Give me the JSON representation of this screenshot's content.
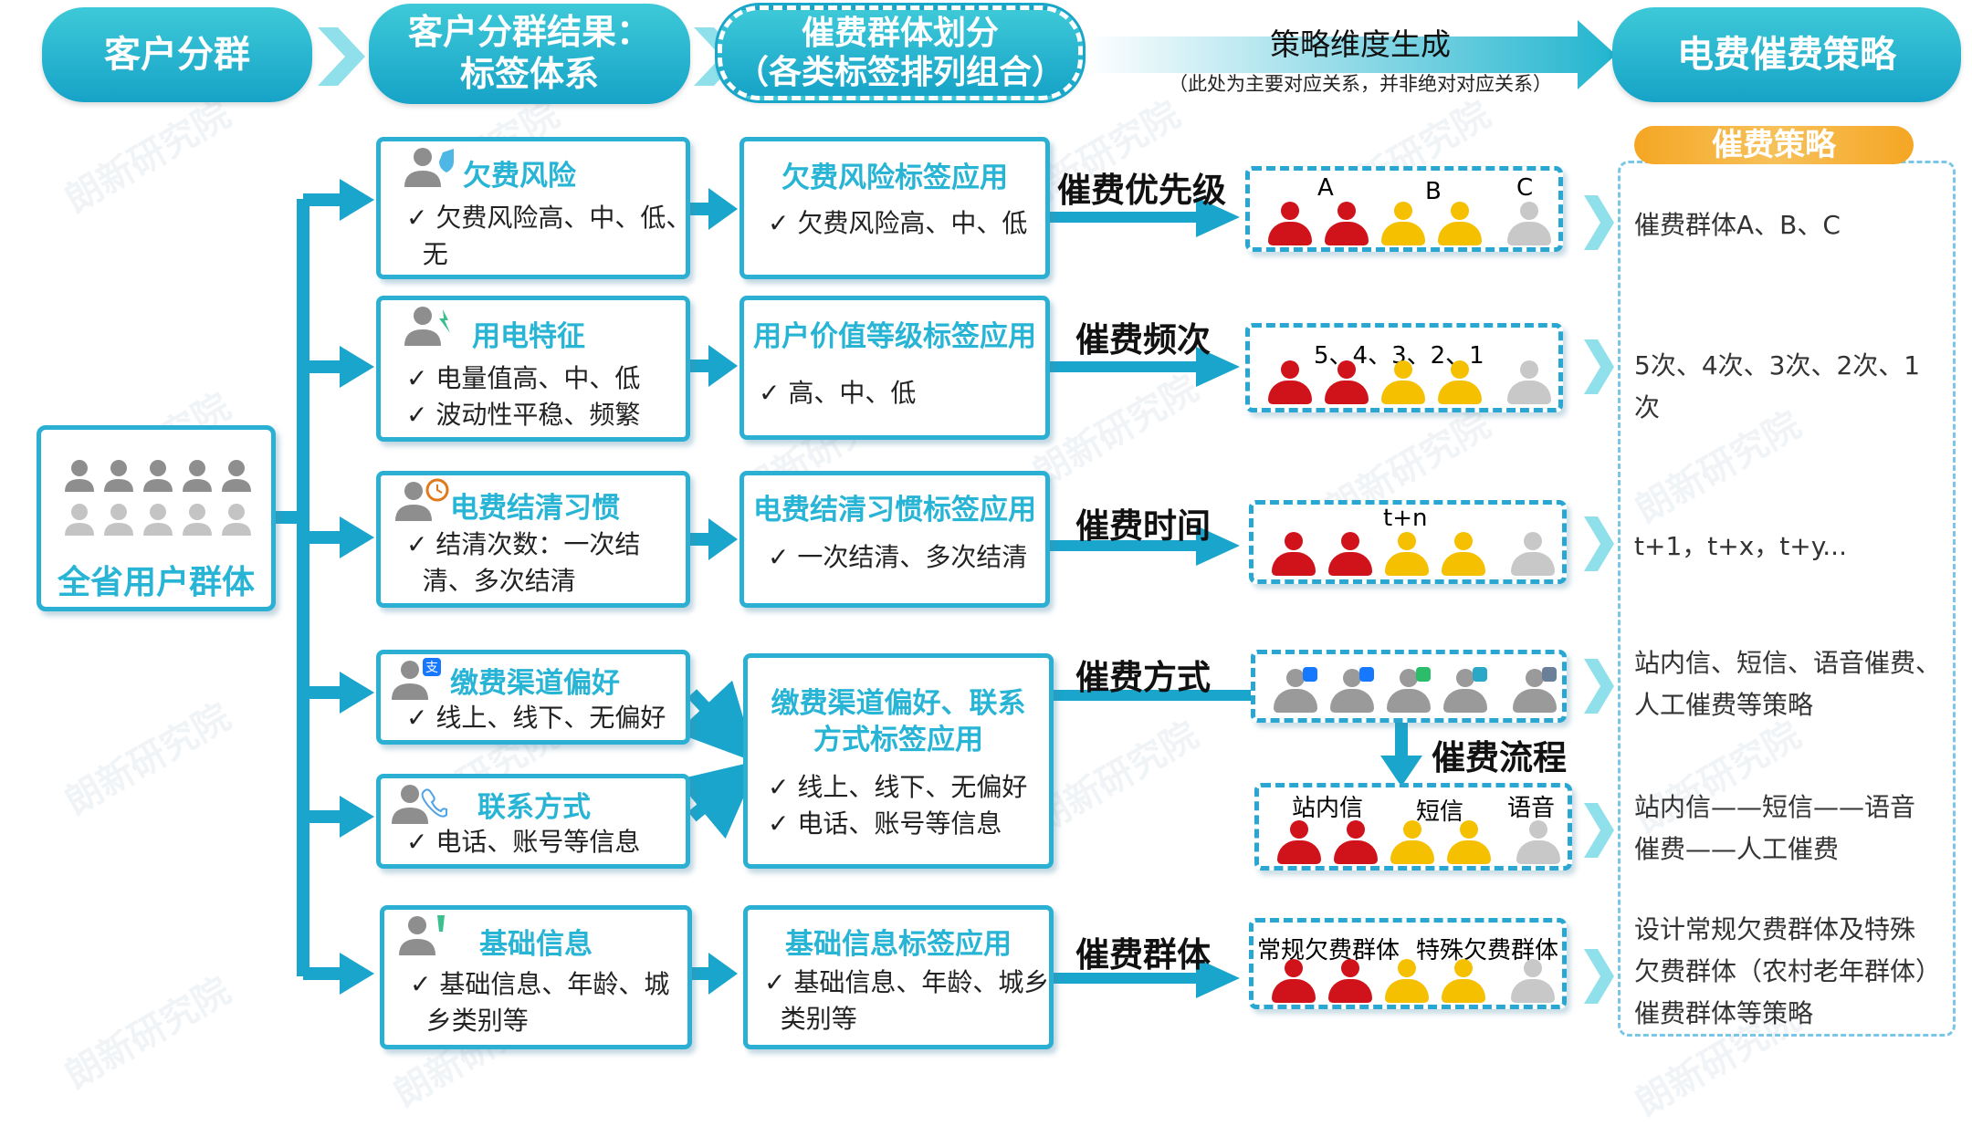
{
  "colors": {
    "teal": "#1fb3d0",
    "card_border": "#2bb0d4",
    "arrow": "#1aa5cc",
    "arrow_light": "#8fe0ea",
    "red": "#d0121b",
    "yellow": "#f5c000",
    "grey": "#c8c8c8",
    "orange_tab": "#f59a23",
    "watermark": "#a0b0c0"
  },
  "header": {
    "step1": "客户分群",
    "step2_line1": "客户分群结果：",
    "step2_line2": "标签体系",
    "step3_line1": "催费群体划分",
    "step3_line2": "（各类标签排列组合）",
    "step4_title": "策略维度生成",
    "step4_note": "（此处为主要对应关系，并非绝对对应关系）",
    "step5": "电费催费策略"
  },
  "source": {
    "label": "全省用户群体",
    "icon": "people-grid-icon"
  },
  "tags": [
    {
      "title": "欠费风险",
      "icon": "person-shield-icon",
      "lines": [
        "✓ 欠费风险高、中、低、",
        "  无"
      ]
    },
    {
      "title": "用电特征",
      "icon": "person-plug-icon",
      "lines": [
        "✓ 电量值高、中、低",
        "✓ 波动性平稳、频繁"
      ]
    },
    {
      "title": "电费结清习惯",
      "icon": "person-clock-icon",
      "lines": [
        "✓ 结清次数：一次结",
        "  清、多次结清"
      ]
    },
    {
      "title": "缴费渠道偏好",
      "icon": "person-pay-icon",
      "lines": [
        "✓ 线上、线下、无偏好"
      ]
    },
    {
      "title": "联系方式",
      "icon": "person-phone-icon",
      "lines": [
        "✓ 电话、账号等信息"
      ]
    },
    {
      "title": "基础信息",
      "icon": "person-info-icon",
      "lines": [
        "✓ 基础信息、年龄、城",
        "  乡类别等"
      ]
    }
  ],
  "apps": [
    {
      "title": "欠费风险标签应用",
      "lines": [
        "✓ 欠费风险高、中、低"
      ]
    },
    {
      "title": "用户价值等级标签应用",
      "lines": [
        "✓ 高、中、低"
      ]
    },
    {
      "title": "电费结清习惯标签应用",
      "lines": [
        "✓ 一次结清、多次结清"
      ]
    },
    {
      "title_line1": "缴费渠道偏好、联系",
      "title_line2": "方式标签应用",
      "lines": [
        "✓ 线上、线下、无偏好",
        "✓ 电话、账号等信息"
      ]
    },
    {
      "title": "基础信息标签应用",
      "lines": [
        "✓ 基础信息、年龄、城乡",
        "  类别等"
      ]
    }
  ],
  "dimensions": [
    {
      "label": "催费优先级",
      "group_labels": [
        "A",
        "B",
        "C"
      ]
    },
    {
      "label": "催费频次",
      "group_labels": [
        "5、4、3、2、1"
      ]
    },
    {
      "label": "催费时间",
      "group_labels": [
        "t+n"
      ]
    },
    {
      "label": "催费方式",
      "group_labels": []
    },
    {
      "label": "催费流程",
      "group_labels": [
        "站内信",
        "短信",
        "语音"
      ]
    },
    {
      "label": "催费群体",
      "group_labels": [
        "常规欠费群体",
        "特殊欠费群体"
      ]
    }
  ],
  "strategy": {
    "tab": "催费策略",
    "items": [
      {
        "lines": [
          "催费群体A、B、C"
        ]
      },
      {
        "lines": [
          "5次、4次、3次、2次、1",
          "次"
        ]
      },
      {
        "lines": [
          "t+1，t+x，t+y..."
        ]
      },
      {
        "lines": [
          "站内信、短信、语音催费、",
          "人工催费等策略"
        ]
      },
      {
        "lines": [
          "站内信——短信——语音",
          "催费——人工催费"
        ]
      },
      {
        "lines": [
          "设计常规欠费群体及特殊",
          "欠费群体（农村老年群体）",
          "催费群体等策略"
        ]
      }
    ]
  },
  "watermark_text": "朗新研究院"
}
